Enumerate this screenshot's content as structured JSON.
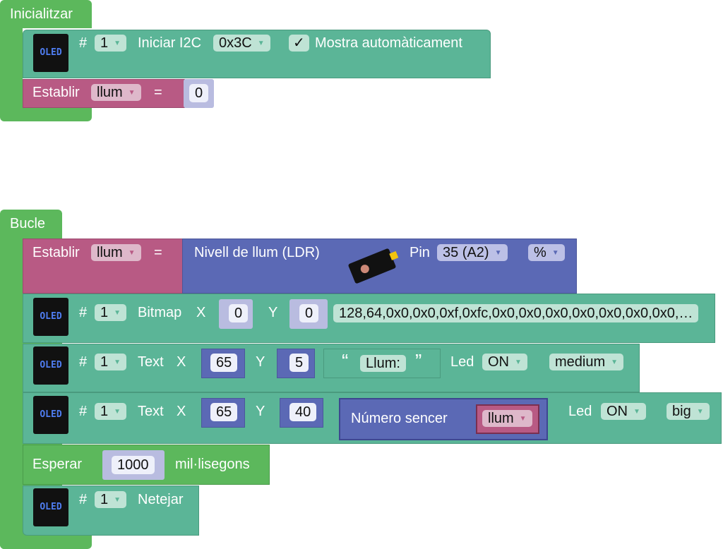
{
  "setup": {
    "title": "Inicialitzar",
    "init": {
      "hash": "#",
      "display": "1",
      "label": "Iniciar I2C",
      "address": "0x3C",
      "check": "✓",
      "auto_label": "Mostra automàticament",
      "icon_text": "OLED"
    },
    "set": {
      "label": "Establir",
      "var": "llum",
      "eq": "=",
      "value": "0"
    }
  },
  "loop": {
    "title": "Bucle",
    "set": {
      "label": "Establir",
      "var": "llum",
      "eq": "=",
      "sensor_label": "Nivell de llum (LDR)",
      "pin_label": "Pin",
      "pin": "35 (A2)",
      "unit": "%"
    },
    "bitmap": {
      "hash": "#",
      "display": "1",
      "label": "Bitmap",
      "x_label": "X",
      "x": "0",
      "y_label": "Y",
      "y": "0",
      "data": "128,64,0x0,0x0,0xf,0xfc,0x0,0x0,0x0,0x0,0x0,0x0,0x0,…"
    },
    "text1": {
      "hash": "#",
      "display": "1",
      "label": "Text",
      "x_label": "X",
      "x": "65",
      "y_label": "Y",
      "y": "5",
      "open_quote": "“",
      "text": "Llum:",
      "close_quote": "”",
      "led_label": "Led",
      "led": "ON",
      "size": "medium"
    },
    "text2": {
      "hash": "#",
      "display": "1",
      "label": "Text",
      "x_label": "X",
      "x": "65",
      "y_label": "Y",
      "y": "40",
      "int_label": "Número sencer",
      "var": "llum",
      "led_label": "Led",
      "led": "ON",
      "size": "big"
    },
    "wait": {
      "label": "Esperar",
      "value": "1000",
      "unit": "mil·lisegons"
    },
    "clear": {
      "hash": "#",
      "display": "1",
      "label": "Netejar"
    }
  },
  "icon_text": "OLED"
}
